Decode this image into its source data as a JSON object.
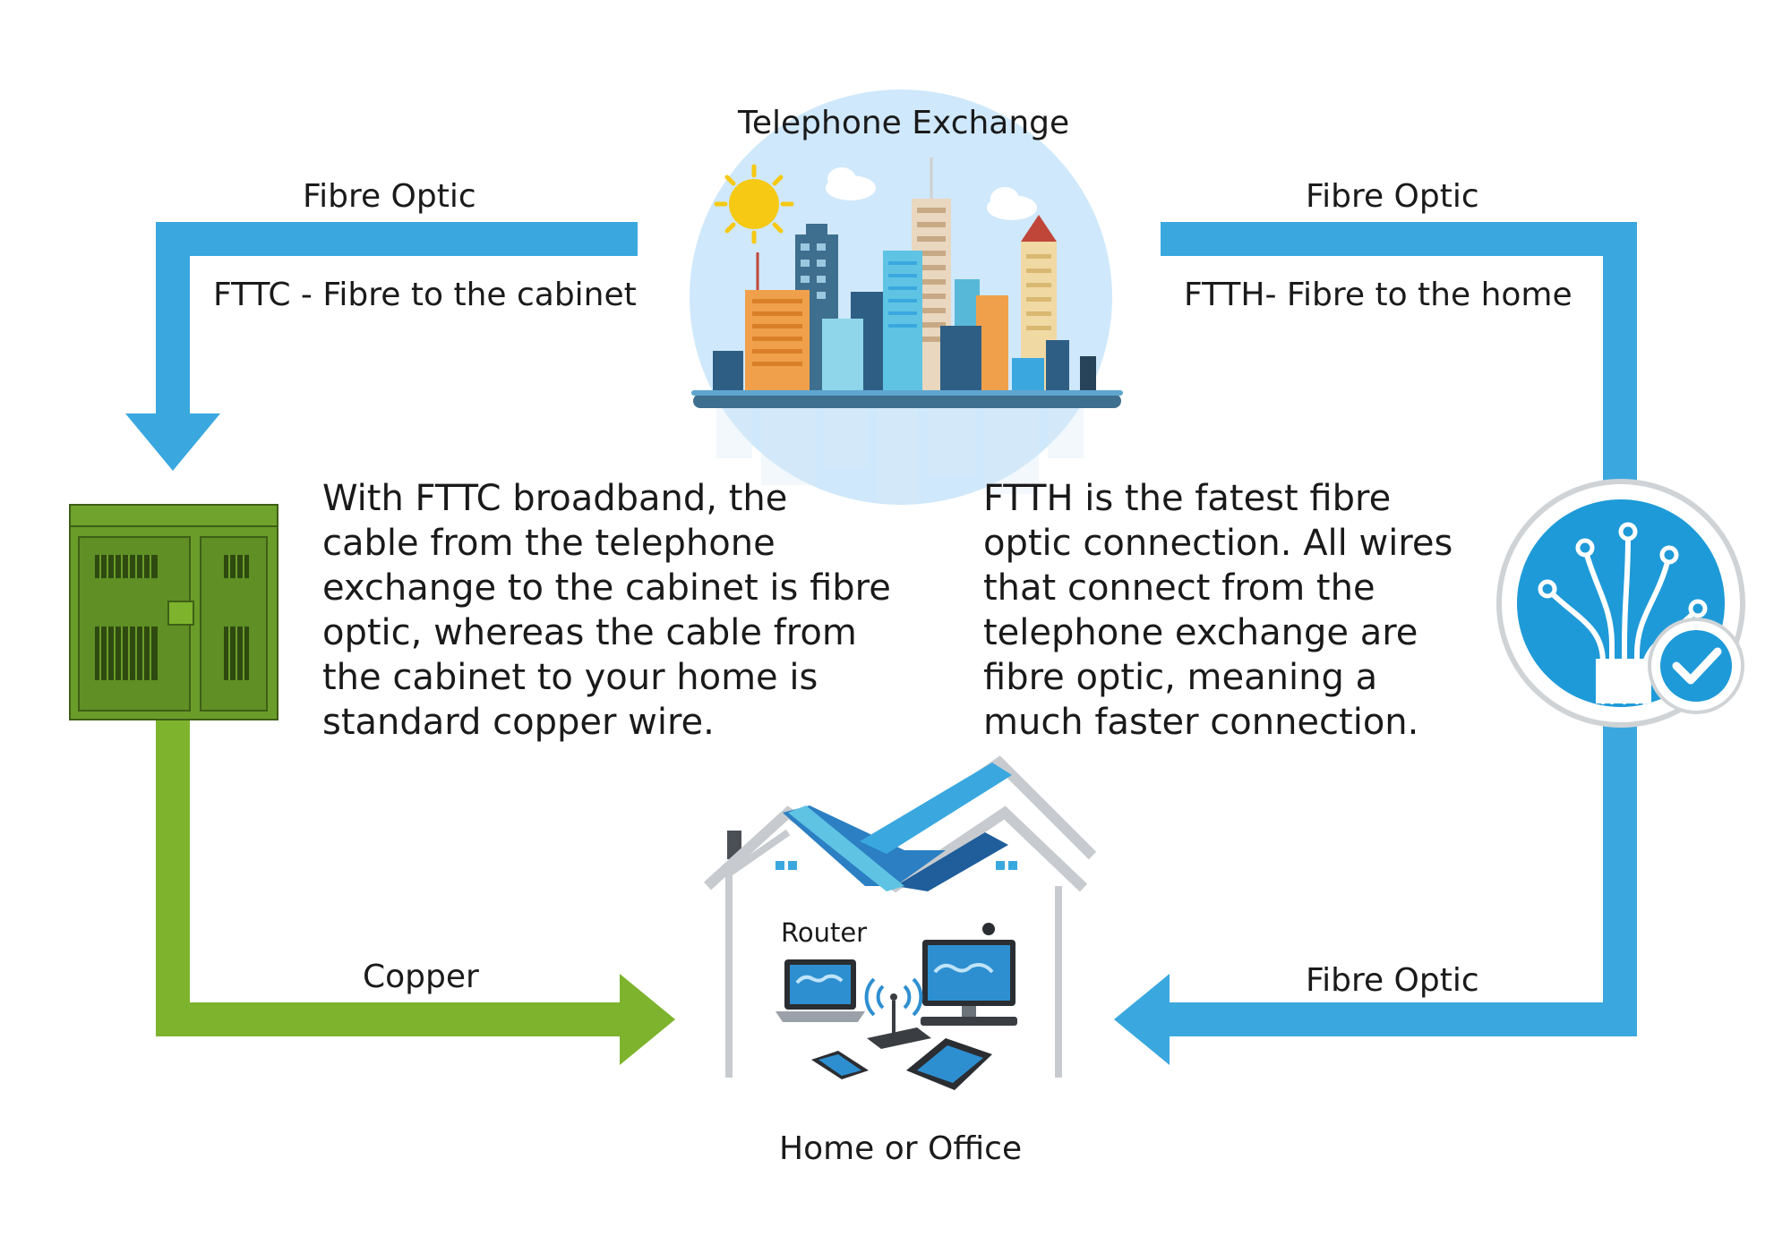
{
  "colors": {
    "fibre_blue": "#3aa8df",
    "copper_green": "#7db32d",
    "cabinet_green": "#5f8f25",
    "sky": "#cfe8fb"
  },
  "icons": [
    "city-skyline-icon",
    "street-cabinet-icon",
    "fibre-optic-check-icon",
    "house-icon",
    "router-icon",
    "laptop-icon",
    "desktop-icon",
    "tablet-icon",
    "phone-icon",
    "sun-icon",
    "cloud-icon"
  ],
  "labels": {
    "telephone_exchange": "Telephone Exchange",
    "fibre_optic_left": "Fibre Optic",
    "fttc": "FTTC - Fibre to the cabinet",
    "fibre_optic_right": "Fibre Optic",
    "ftth": "FTTH- Fibre to the home",
    "copper": "Copper",
    "fibre_optic_bottom": "Fibre Optic",
    "router": "Router",
    "home_or_office": "Home or Office"
  },
  "fttc_text": {
    "lines": [
      "With FTTC broadband, the",
      "cable from the telephone",
      "exchange to the cabinet is fibre",
      "optic, whereas the cable from",
      "the cabinet to your home is",
      "standard copper wire."
    ]
  },
  "ftth_text": {
    "lines": [
      "FTTH is the fatest fibre",
      "optic connection. All wires",
      "that connect from the",
      "telephone exchange are",
      "fibre optic, meaning a",
      "much faster connection."
    ]
  }
}
